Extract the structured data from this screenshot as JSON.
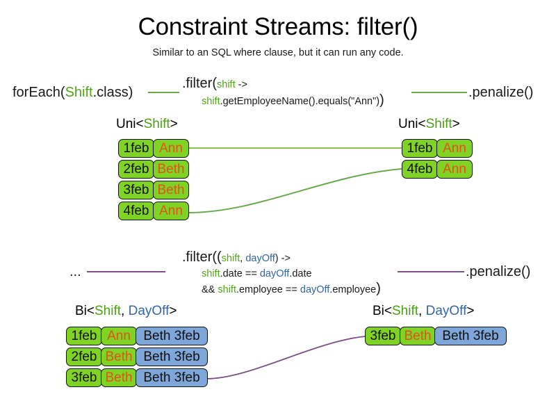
{
  "header": {
    "title": "Constraint Streams: filter()",
    "subtitle": "Similar to an SQL where clause, but it can run any code."
  },
  "colors": {
    "shift_green": "#4aa012",
    "dayoff_blue": "#3465a4",
    "box_green": "#80d225",
    "box_blue": "#7fa6d8",
    "name_orange": "#e3511b",
    "wire_green": "#6aa84f",
    "wire_purple": "#7b4f84",
    "text_black": "#1a1a1a"
  },
  "sections": [
    {
      "id": "uni-filter",
      "source_label": {
        "prefix": "forEach(",
        "type": "Shift",
        "suffix": ".class)"
      },
      "filter": {
        "head_prefix": ".filter(",
        "head_param": "shift",
        "head_suffix": " ->",
        "body_param": "shift",
        "body_rest": ".getEmployeeName().equals(\"Ann\")",
        "close_paren": ")"
      },
      "sink_label": ".penalize()",
      "input": {
        "type_label_prefix": "Uni<",
        "type_label_generic": "Shift",
        "type_label_suffix": ">",
        "rows": [
          {
            "date": "1feb",
            "name": "Ann"
          },
          {
            "date": "2feb",
            "name": "Beth"
          },
          {
            "date": "3feb",
            "name": "Beth"
          },
          {
            "date": "4feb",
            "name": "Ann"
          }
        ]
      },
      "output": {
        "type_label_prefix": "Uni<",
        "type_label_generic": "Shift",
        "type_label_suffix": ">",
        "rows": [
          {
            "date": "1feb",
            "name": "Ann"
          },
          {
            "date": "4feb",
            "name": "Ann"
          }
        ]
      }
    },
    {
      "id": "bi-filter",
      "source_label": "...",
      "filter": {
        "head_prefix": ".filter((",
        "head_param_a": "shift",
        "head_comma": ", ",
        "head_param_b": "dayOff",
        "head_suffix": ") ->",
        "line2_a": "shift",
        "line2_mid": ".date == ",
        "line2_b": "dayOff",
        "line2_end": ".date",
        "line3_pre": "&& ",
        "line3_a": "shift",
        "line3_mid": ".employee == ",
        "line3_b": "dayOff",
        "line3_end": ".employee",
        "close_paren": ")"
      },
      "sink_label": ".penalize()",
      "input": {
        "type_label_prefix": "Bi<",
        "type_label_g1": "Shift",
        "type_label_comma": ", ",
        "type_label_g2": "DayOff",
        "type_label_suffix": ">",
        "rows": [
          {
            "date": "1feb",
            "name": "Ann",
            "dayoff": "Beth 3feb"
          },
          {
            "date": "2feb",
            "name": "Beth",
            "dayoff": "Beth 3feb"
          },
          {
            "date": "3feb",
            "name": "Beth",
            "dayoff": "Beth 3feb"
          }
        ]
      },
      "output": {
        "type_label_prefix": "Bi<",
        "type_label_g1": "Shift",
        "type_label_comma": ", ",
        "type_label_g2": "DayOff",
        "type_label_suffix": ">",
        "rows": [
          {
            "date": "3feb",
            "name": "Beth",
            "dayoff": "Beth 3feb"
          }
        ]
      }
    }
  ]
}
